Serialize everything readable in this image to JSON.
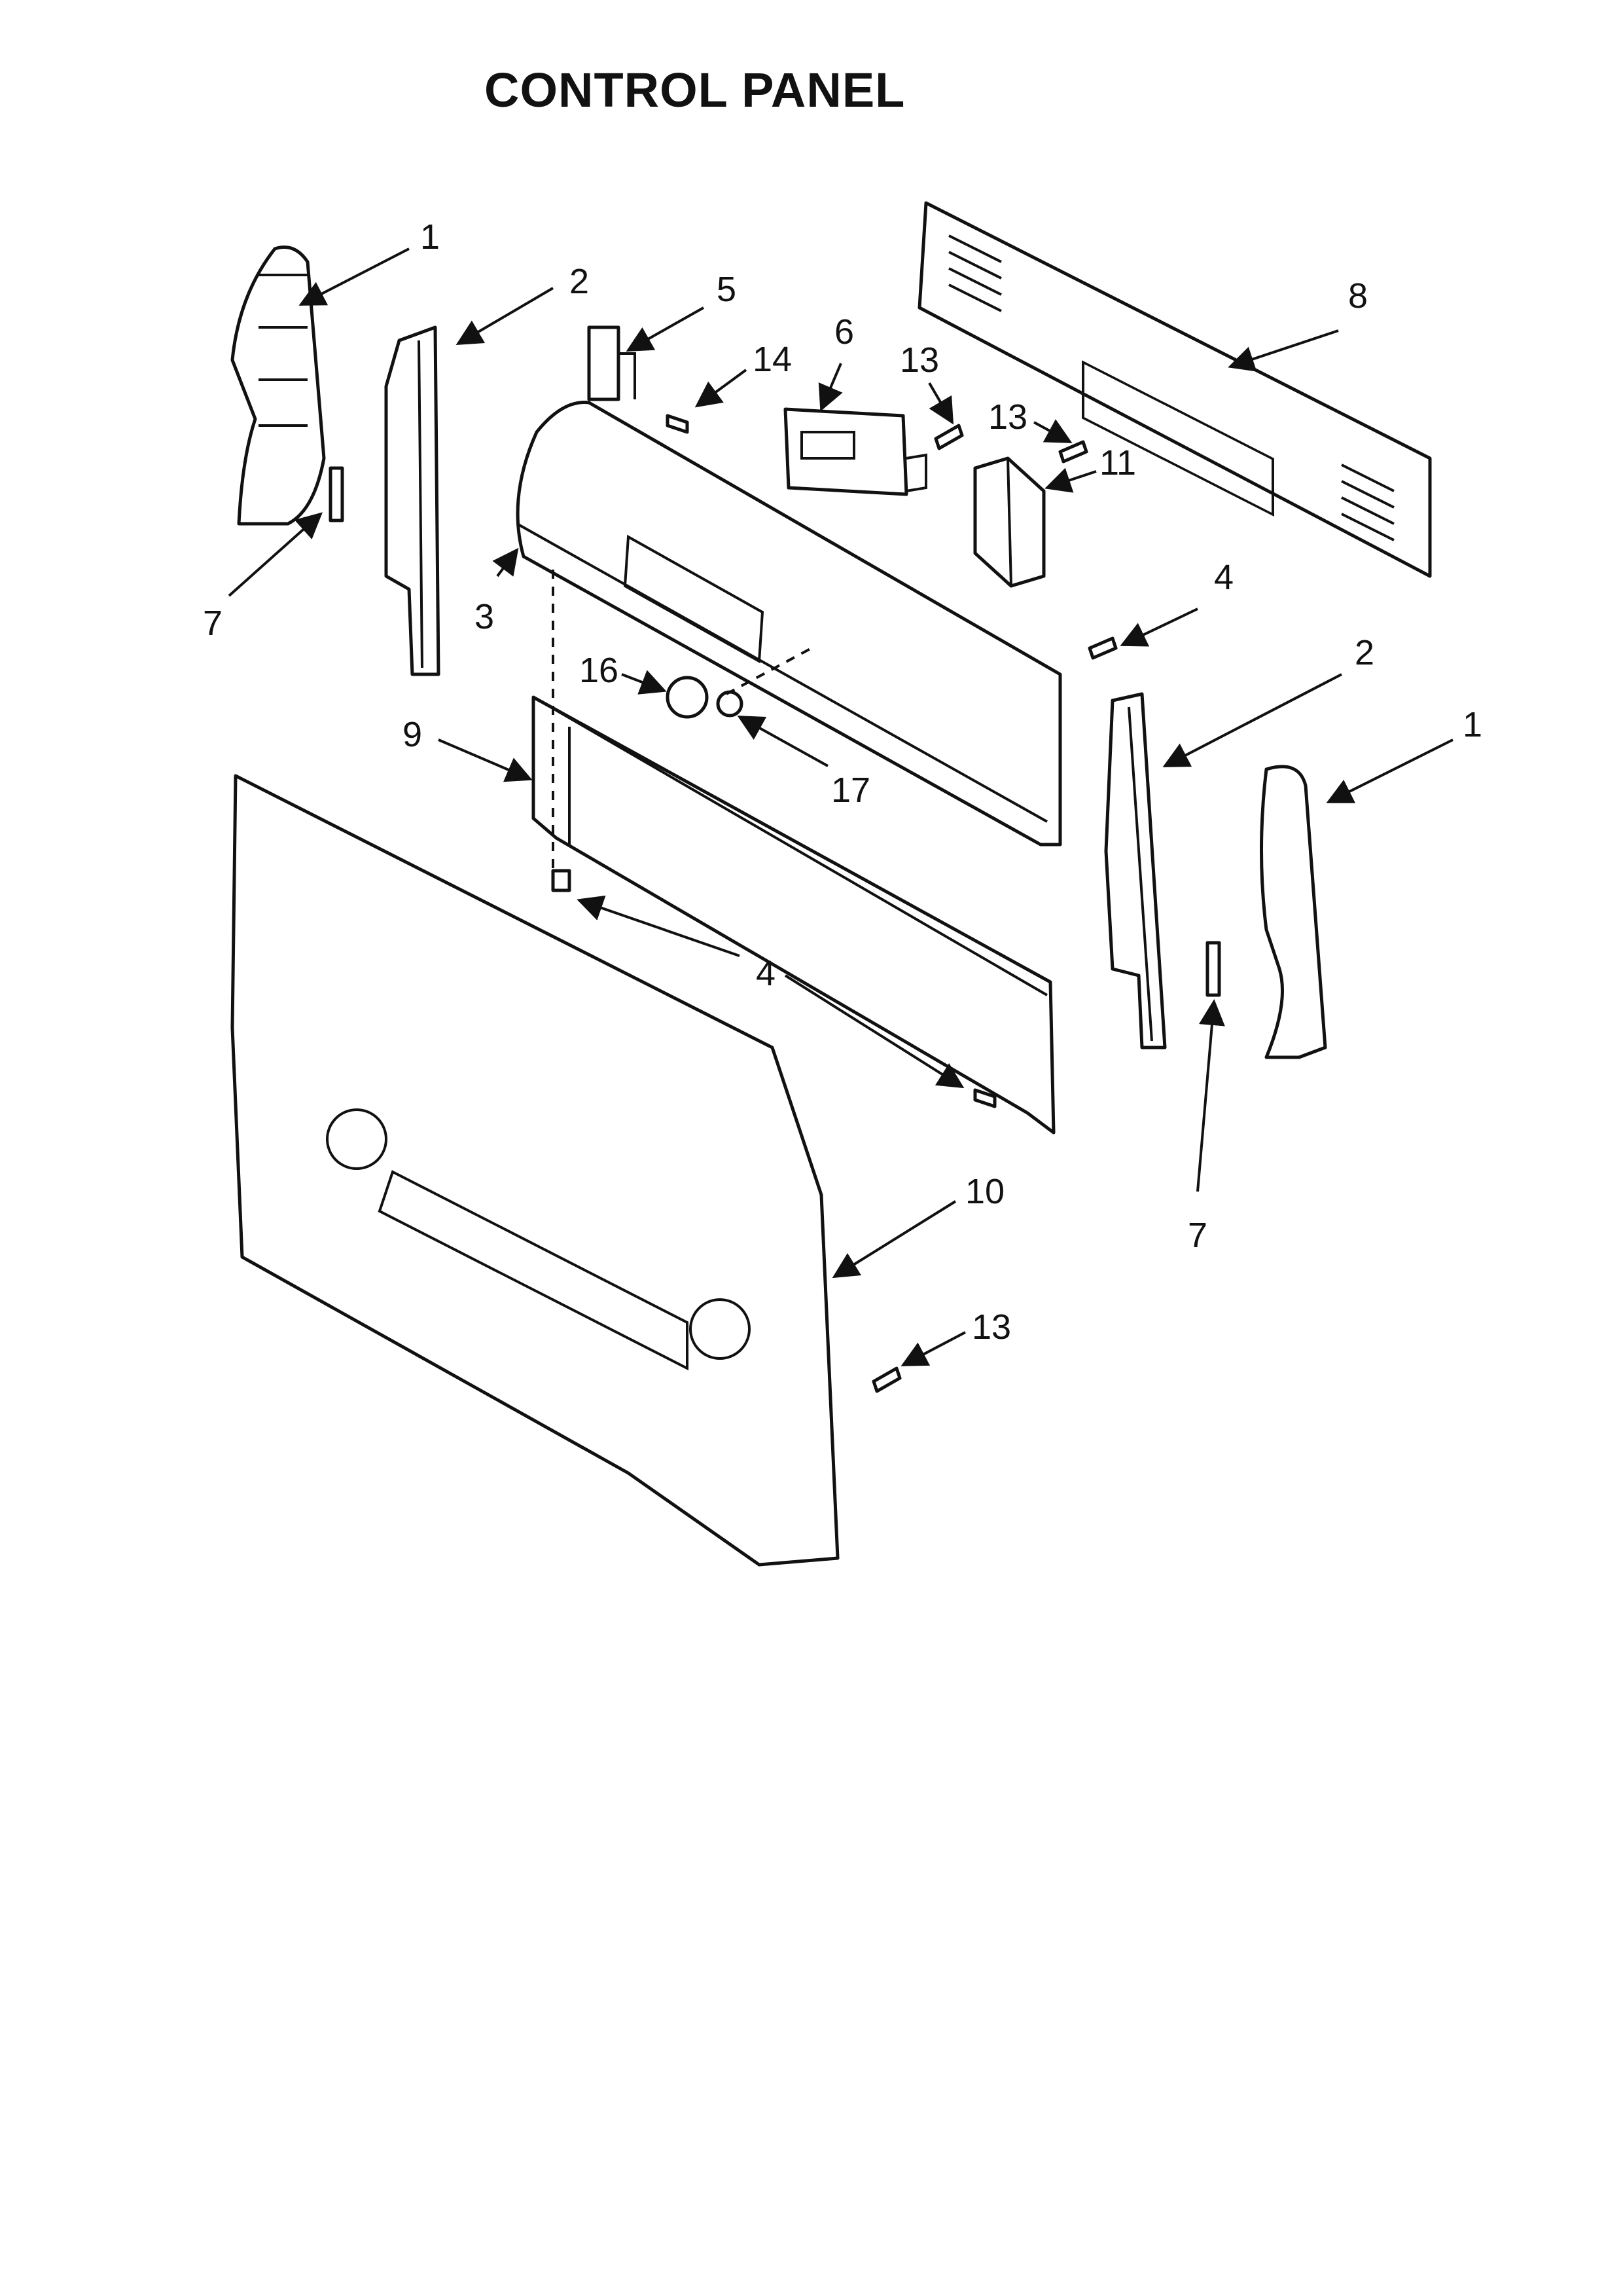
{
  "title": "CONTROL PANEL",
  "callouts": {
    "c1_left": "1",
    "c2_left": "2",
    "c5": "5",
    "c14": "14",
    "c6": "6",
    "c13_top": "13",
    "c13_mid": "13",
    "c11": "11",
    "c8": "8",
    "c7_left": "7",
    "c3": "3",
    "c4_top": "4",
    "c2_right": "2",
    "c1_right": "1",
    "c16": "16",
    "c17": "17",
    "c9": "9",
    "c4_bottom": "4",
    "c7_right": "7",
    "c10": "10",
    "c13_bottom": "13"
  }
}
